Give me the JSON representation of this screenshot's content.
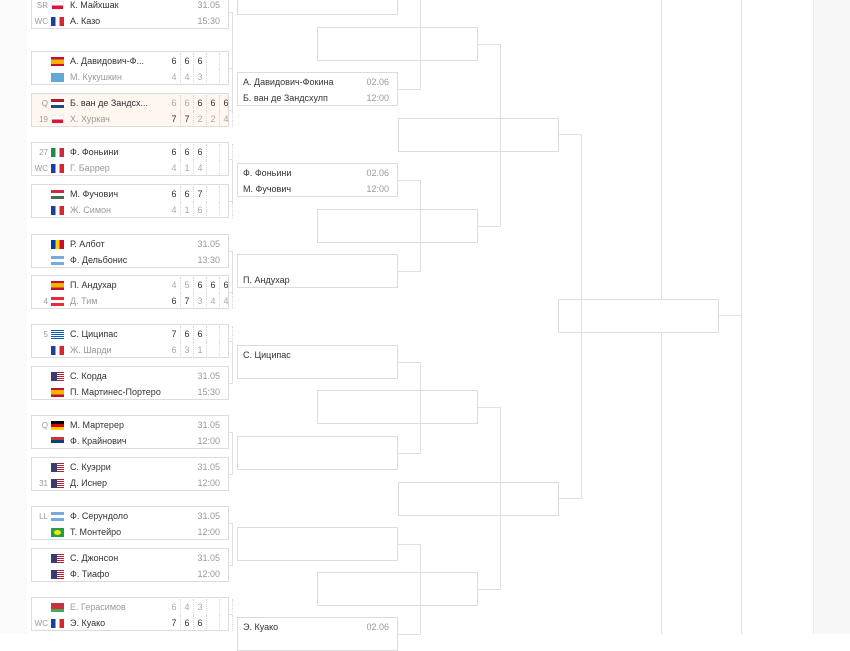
{
  "colors": {
    "border": "#dcdcdc",
    "live_bg": "#fff7ef",
    "line": "#e0e0e0",
    "winner_text": "#333333",
    "loser_text": "#999999"
  },
  "round1": [
    {
      "players": [
        {
          "seed": "SR",
          "flag": "poland-flag",
          "name": "К. Майхшак"
        },
        {
          "seed": "WC",
          "flag": "france-flag",
          "name": "А. Казо"
        }
      ],
      "date": "31.05",
      "time": "15:30"
    },
    {
      "players": [
        {
          "seed": "",
          "flag": "spain-flag",
          "name": "А. Давидович-Ф...",
          "scores": [
            "6",
            "6",
            "6"
          ],
          "winner": true
        },
        {
          "seed": "",
          "flag": "kazakhstan-flag",
          "name": "М. Кукушкин",
          "scores": [
            "4",
            "4",
            "3"
          ]
        }
      ]
    },
    {
      "live": true,
      "players": [
        {
          "seed": "Q",
          "flag": "netherlands-flag",
          "name": "Б. ван де Зандсх...",
          "scores": [
            "6",
            "6",
            "6",
            "6",
            "6"
          ],
          "winner": true
        },
        {
          "seed": "19",
          "flag": "poland-flag",
          "name": "Х. Хуркач",
          "scores": [
            "7",
            "7",
            "2",
            "2",
            "4"
          ]
        }
      ]
    },
    {
      "players": [
        {
          "seed": "27",
          "flag": "italy-flag",
          "name": "Ф. Фоньини",
          "scores": [
            "6",
            "6",
            "6"
          ],
          "winner": true
        },
        {
          "seed": "WC",
          "flag": "france-flag",
          "name": "Г. Баррер",
          "scores": [
            "4",
            "1",
            "4"
          ]
        }
      ]
    },
    {
      "players": [
        {
          "seed": "",
          "flag": "hungary-flag",
          "name": "М. Фучович",
          "scores": [
            "6",
            "6",
            "7"
          ],
          "winner": true
        },
        {
          "seed": "",
          "flag": "france-flag",
          "name": "Ж. Симон",
          "scores": [
            "4",
            "1",
            "6"
          ]
        }
      ]
    },
    {
      "players": [
        {
          "seed": "",
          "flag": "moldova-flag",
          "name": "Р. Албот"
        },
        {
          "seed": "",
          "flag": "argentina-flag",
          "name": "Ф. Дельбонис"
        }
      ],
      "date": "31.05",
      "time": "13:30"
    },
    {
      "players": [
        {
          "seed": "",
          "flag": "spain-flag",
          "name": "П. Андухар",
          "scores": [
            "4",
            "5",
            "6",
            "6",
            "6"
          ],
          "winner": true
        },
        {
          "seed": "4",
          "flag": "austria-flag",
          "name": "Д. Тим",
          "scores": [
            "6",
            "7",
            "3",
            "4",
            "4"
          ]
        }
      ]
    },
    {
      "players": [
        {
          "seed": "5",
          "flag": "greece-flag",
          "name": "С. Циципас",
          "scores": [
            "7",
            "6",
            "6"
          ],
          "winner": true
        },
        {
          "seed": "",
          "flag": "france-flag",
          "name": "Ж. Шарди",
          "scores": [
            "6",
            "3",
            "1"
          ]
        }
      ]
    },
    {
      "players": [
        {
          "seed": "",
          "flag": "usa-flag",
          "name": "С. Корда"
        },
        {
          "seed": "",
          "flag": "spain-flag",
          "name": "П. Мартинес-Портеро"
        }
      ],
      "date": "31.05",
      "time": "15:30"
    },
    {
      "players": [
        {
          "seed": "Q",
          "flag": "germany-flag",
          "name": "М. Мартерер"
        },
        {
          "seed": "",
          "flag": "serbia-flag",
          "name": "Ф. Крайнович"
        }
      ],
      "date": "31.05",
      "time": "12:00"
    },
    {
      "players": [
        {
          "seed": "",
          "flag": "usa-flag",
          "name": "С. Куэрри"
        },
        {
          "seed": "31",
          "flag": "usa-flag",
          "name": "Д. Иснер"
        }
      ],
      "date": "31.05",
      "time": "12:00"
    },
    {
      "players": [
        {
          "seed": "LL",
          "flag": "argentina-flag",
          "name": "Ф. Серундоло"
        },
        {
          "seed": "",
          "flag": "brazil-flag",
          "name": "Т. Монтейро"
        }
      ],
      "date": "31.05",
      "time": "12:00"
    },
    {
      "players": [
        {
          "seed": "",
          "flag": "usa-flag",
          "name": "С. Джонсон"
        },
        {
          "seed": "",
          "flag": "usa-flag",
          "name": "Ф. Тиафо"
        }
      ],
      "date": "31.05",
      "time": "12:00"
    },
    {
      "players": [
        {
          "seed": "",
          "flag": "belarus-flag",
          "name": "Е. Герасимов",
          "scores": [
            "6",
            "4",
            "3"
          ]
        },
        {
          "seed": "WC",
          "flag": "france-flag",
          "name": "Э. Куако",
          "scores": [
            "7",
            "6",
            "6"
          ],
          "winner": true
        }
      ]
    }
  ],
  "round2": [
    {
      "p1": "",
      "p2": "",
      "date": "",
      "time": ""
    },
    {
      "p1": "А. Давидович-Фокина",
      "p2": "Б. ван де Зандсхулп",
      "date": "02.06",
      "time": "12:00"
    },
    {
      "p1": "Ф. Фоньини",
      "p2": "М. Фучович",
      "date": "02.06",
      "time": "12:00"
    },
    {
      "p1": "",
      "p2": "П. Андухар",
      "date": "",
      "time": ""
    },
    {
      "p1": "С. Циципас",
      "p2": "",
      "date": "",
      "time": ""
    },
    {
      "p1": "",
      "p2": "",
      "date": "",
      "time": ""
    },
    {
      "p1": "",
      "p2": "",
      "date": "",
      "time": ""
    },
    {
      "p1": "Э. Куако",
      "p2": "",
      "date": "02.06",
      "time": ""
    }
  ]
}
